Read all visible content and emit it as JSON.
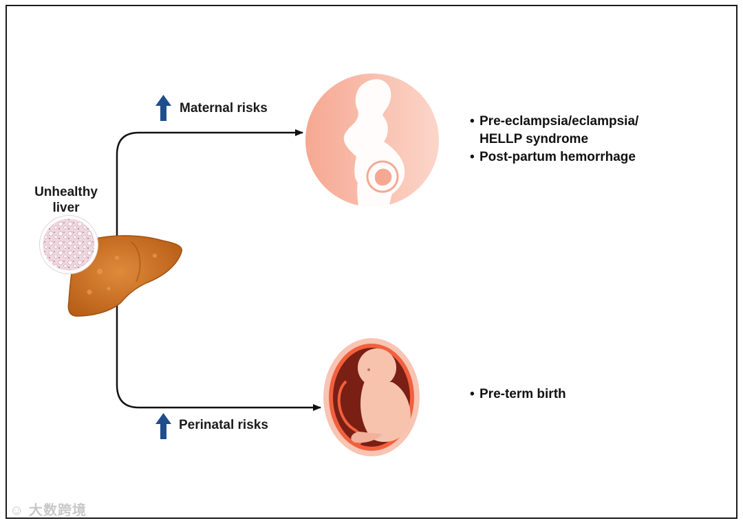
{
  "title_left": [
    "Unhealthy",
    "liver"
  ],
  "branches": {
    "maternal": {
      "label": "Maternal risks",
      "bullets": [
        [
          "Pre-eclampsia/eclampsia/",
          "HELLP syndrome"
        ],
        [
          "Post-partum hemorrhage"
        ]
      ]
    },
    "perinatal": {
      "label": "Perinatal risks",
      "bullets": [
        [
          "Pre-term birth"
        ]
      ]
    }
  },
  "watermark": "大数跨境",
  "colors": {
    "arrow_up": "#1f4e8c",
    "liver": "#c96a1c",
    "maternal_circle": "#f7b9a2",
    "womb_outer": "#f6a58c",
    "womb_inner": "#7a1f14",
    "fetus": "#f7c3ad"
  }
}
